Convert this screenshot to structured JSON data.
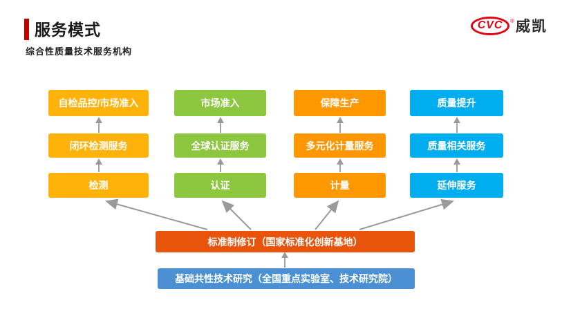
{
  "header": {
    "title": "服务模式",
    "subtitle": "综合性质量技术服务机构",
    "accent_color": "#c00000"
  },
  "logo": {
    "brand": "CVC",
    "reg": "®",
    "name": "威凯",
    "color": "#e60012"
  },
  "columns": [
    {
      "top": "自检品控/市场准入",
      "middle": "闭环检测服务",
      "bottom": "检测",
      "color": "#FFB30A"
    },
    {
      "top": "市场准入",
      "middle": "全球认证服务",
      "bottom": "认证",
      "color": "#8DC63F"
    },
    {
      "top": "保障生产",
      "middle": "多元化计量服务",
      "bottom": "计量",
      "color": "#FF9800"
    },
    {
      "top": "质量提升",
      "middle": "质量相关服务",
      "bottom": "延伸服务",
      "color": "#00AEEF"
    }
  ],
  "foundation": [
    {
      "label": "标准制修订（国家标准化创新基地）",
      "color": "#E8540B"
    },
    {
      "label": "基础共性技术研究（全国重点实验室、技术研究院）",
      "color": "#4A90D2"
    }
  ],
  "arrow_color": "#9A9A9A"
}
